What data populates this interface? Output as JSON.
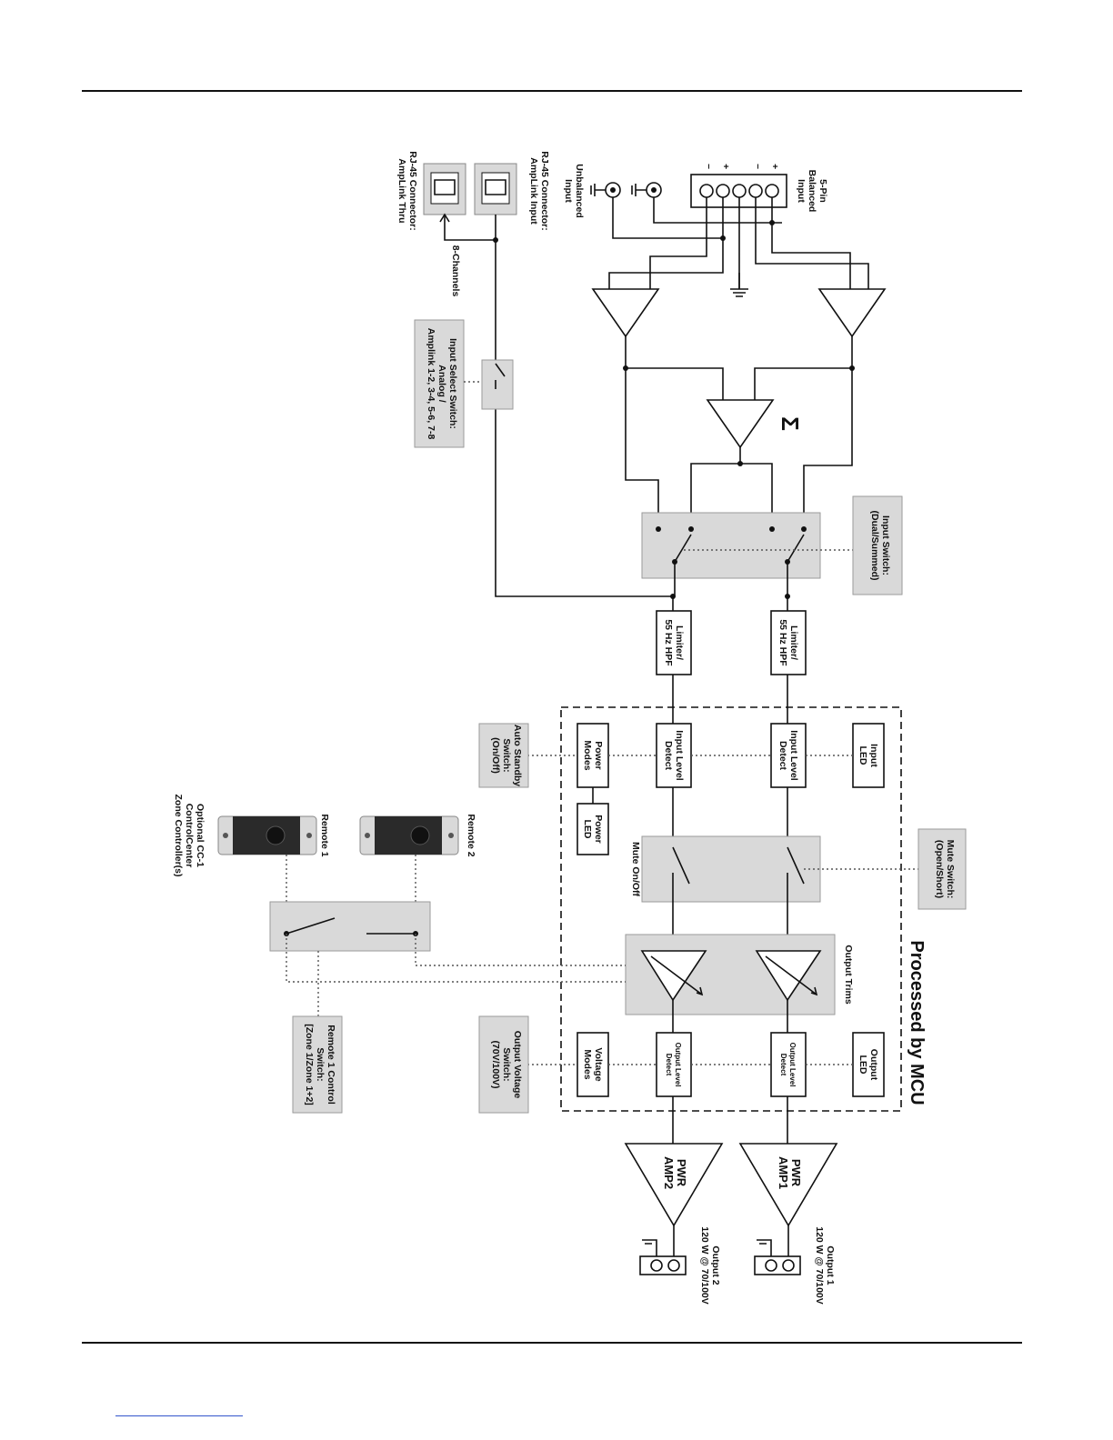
{
  "labels": {
    "balanced_input": [
      "5-Pin",
      "Balanced",
      "Input"
    ],
    "pin_signs": [
      "–",
      "+",
      "–",
      "+"
    ],
    "unbalanced_input": [
      "Unbalanced",
      "Input"
    ],
    "rj45_input": [
      "RJ-45 Connector:",
      "AmpLink Input"
    ],
    "rj45_thru": [
      "RJ-45 Connector:",
      "AmpLink Thru"
    ],
    "eight_channels": "8-Channels",
    "input_select_switch": [
      "Input Select Switch:",
      "Analog /",
      "Amplink 1-2, 3-4, 5-6, 7-8"
    ],
    "sum_symbol": "Σ",
    "input_switch": [
      "Input Switch:",
      "(Dual/Summed)"
    ],
    "limiter_1": [
      "Limiter/",
      "55 Hz HPF"
    ],
    "limiter_2": [
      "Limiter/",
      "55 Hz HPF"
    ],
    "processed_by_mcu": "Processed by MCU",
    "input_led": [
      "Input",
      "LED"
    ],
    "input_level_detect_1": [
      "Input Level",
      "Detect"
    ],
    "input_level_detect_2": [
      "Input Level",
      "Detect"
    ],
    "power_modes": [
      "Power",
      "Modes"
    ],
    "power_led": [
      "Power",
      "LED"
    ],
    "auto_standby": [
      "Auto Standby",
      "Switch:",
      "(On/Off)"
    ],
    "mute_on_off": "Mute On/Off",
    "mute_switch": [
      "Mute Switch:",
      "(Open/Short)"
    ],
    "output_trims": "Output Trims",
    "output_led": [
      "Output",
      "LED"
    ],
    "output_level_detect_1": [
      "Output Level",
      "Detect"
    ],
    "output_level_detect_2": [
      "Output Level",
      "Detect"
    ],
    "voltage_modes": [
      "Voltage",
      "Modes"
    ],
    "output_voltage_switch": [
      "Output Voltage",
      "Switch:",
      "(70V/100V)"
    ],
    "pwr_amp1": [
      "PWR",
      "AMP1"
    ],
    "pwr_amp2": [
      "PWR",
      "AMP2"
    ],
    "output_1": [
      "Output 1",
      "120 W @ 70/100V"
    ],
    "output_2": [
      "Output 2",
      "120 W @ 70/100V"
    ],
    "remote_1": "Remote 1",
    "remote_2": "Remote 2",
    "remote_control_switch": [
      "Remote 1 Control",
      "Switch:",
      "[Zone 1/Zone 1+2]"
    ],
    "optional_cc1": [
      "Optional CC-1",
      "ControlCenter",
      "Zone Controller(s)"
    ]
  }
}
